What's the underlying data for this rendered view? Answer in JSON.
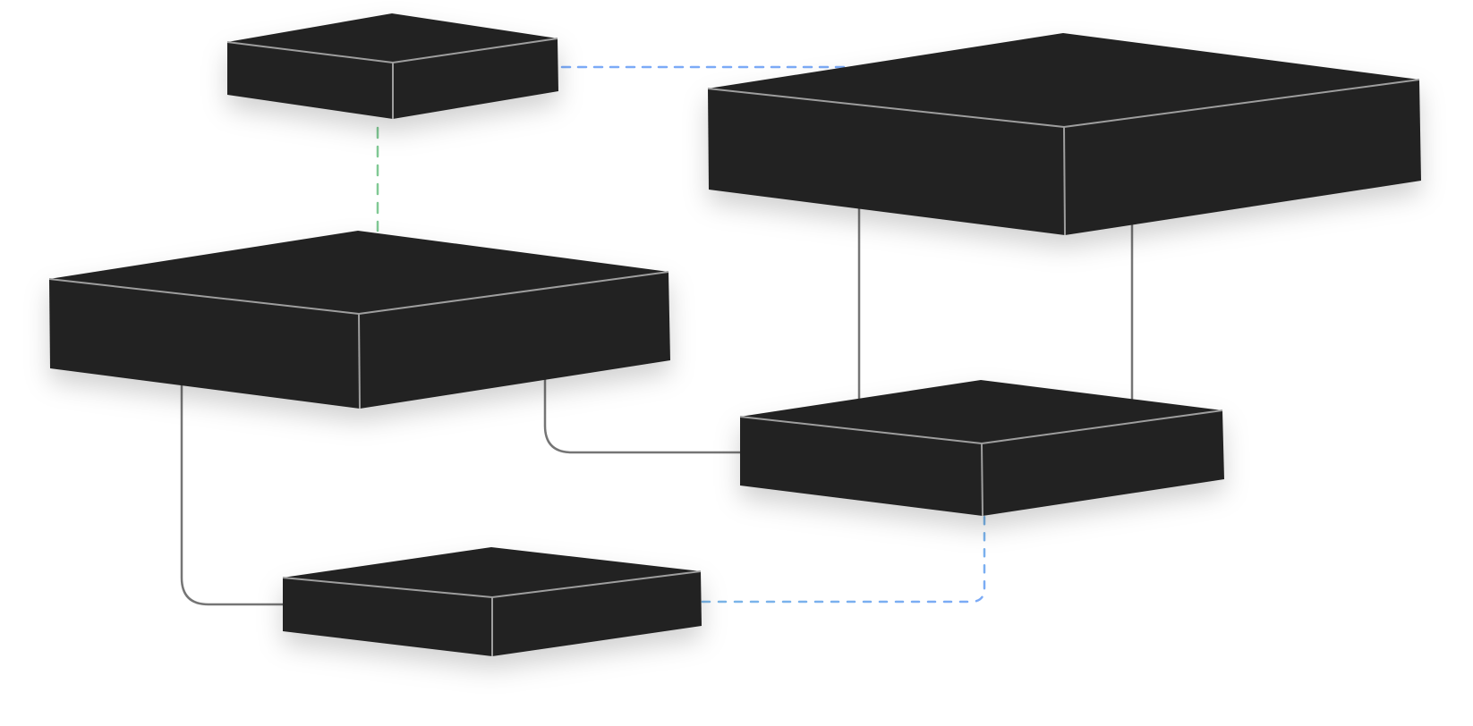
{
  "colors": {
    "background": "#ffffff",
    "block_fill": "#212121",
    "block_edge": "#9e9e9e",
    "shadow": "#000000",
    "connector_solid": "#757575",
    "connector_blue_dashed": "#7baaf7",
    "connector_green_dashed": "#81c995",
    "connector_teal_dashed": "#78c0d6"
  },
  "blocks": [
    {
      "id": "block-small-top"
    },
    {
      "id": "block-large-top-right"
    },
    {
      "id": "block-large-middle-left"
    },
    {
      "id": "block-middle-right"
    },
    {
      "id": "block-bottom"
    }
  ],
  "connectors": [
    {
      "id": "small-top-to-large-top-right",
      "style": "dashed",
      "color": "blue"
    },
    {
      "id": "small-top-to-large-middle-left",
      "style": "dashed",
      "color": "green"
    },
    {
      "id": "large-top-right-to-middle-right-a",
      "style": "solid",
      "color": "gray"
    },
    {
      "id": "large-top-right-to-middle-right-b",
      "style": "solid",
      "color": "gray"
    },
    {
      "id": "large-middle-left-to-middle-right",
      "style": "solid",
      "color": "gray"
    },
    {
      "id": "large-middle-left-to-bottom",
      "style": "solid",
      "color": "gray"
    },
    {
      "id": "bottom-to-middle-right",
      "style": "dashed",
      "color": "blue-teal"
    }
  ]
}
